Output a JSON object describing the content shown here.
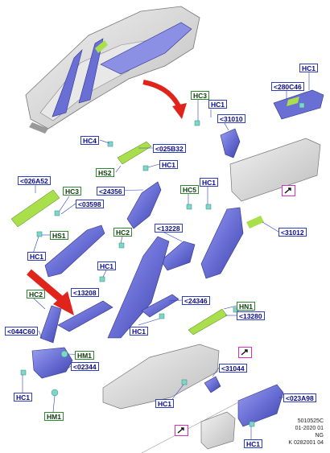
{
  "labels": {
    "hc1_top_right": "HC1",
    "c280c46": "<280C46",
    "hc3_top": "HC3",
    "hc1_top_mid": "HC1",
    "c31010": "<31010",
    "hc4": "HC4",
    "c025b32": "<025B32",
    "hs2": "HS2",
    "hc1_mid_a": "HC1",
    "c026a52": "<026A52",
    "hc3_left": "HC3",
    "c24356": "<24356",
    "hc5": "HC5",
    "hc1_mid_b": "HC1",
    "c03598": "<03598",
    "c31012": "<31012",
    "hs1": "HS1",
    "c13228": "<13228",
    "hc2_mid": "HC2",
    "hc1_left": "HC1",
    "hc1_center": "HC1",
    "hc2_left": "HC2",
    "c13208": "<13208",
    "c24346": "<24346",
    "hn1": "HN1",
    "c044c60": "<044C60",
    "c13280": "<13280",
    "hc1_low": "HC1",
    "hm1_mid": "HM1",
    "c02344": "<02344",
    "c31044": "<31044",
    "hc1_far_left": "HC1",
    "hm1_bottom": "HM1",
    "hc1_bottom": "HC1",
    "c023a98": "<023A98",
    "hc1_bottom_right": "HC1"
  },
  "footer": {
    "line1": "5010525C",
    "line2": "01-2020 01",
    "line3": "NG",
    "line4": "K 0282001 04"
  },
  "colors": {
    "part_blue": "#6a6fd6",
    "clip_green": "#a8df4a",
    "clip_teal": "#7fd6c8",
    "arrow_red": "#e0241b",
    "label_blue": "#2e3fbf",
    "label_green": "#2f8a2f",
    "link_pink": "#e02bbf"
  }
}
